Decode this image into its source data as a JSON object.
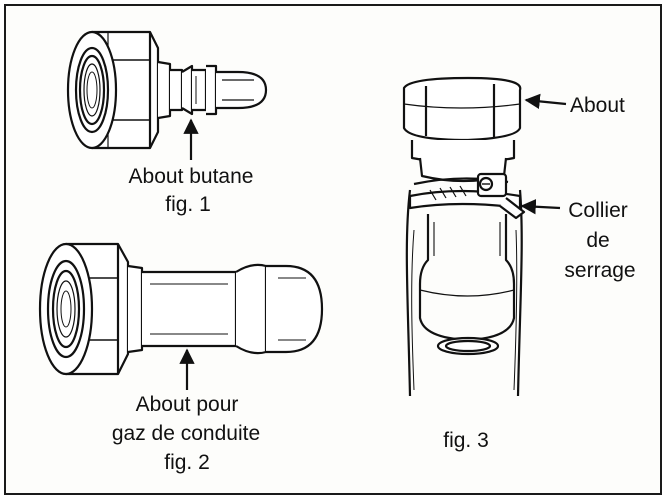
{
  "figures": {
    "fig1": {
      "callout": "About butane",
      "caption": "fig. 1"
    },
    "fig2": {
      "callout_line1": "About pour",
      "callout_line2": "gaz de conduite",
      "caption": "fig. 2"
    },
    "fig3": {
      "callout_nut": "About",
      "callout_clamp_line1": "Collier",
      "callout_clamp_line2": "de",
      "callout_clamp_line3": "serrage",
      "caption": "fig. 3"
    }
  }
}
